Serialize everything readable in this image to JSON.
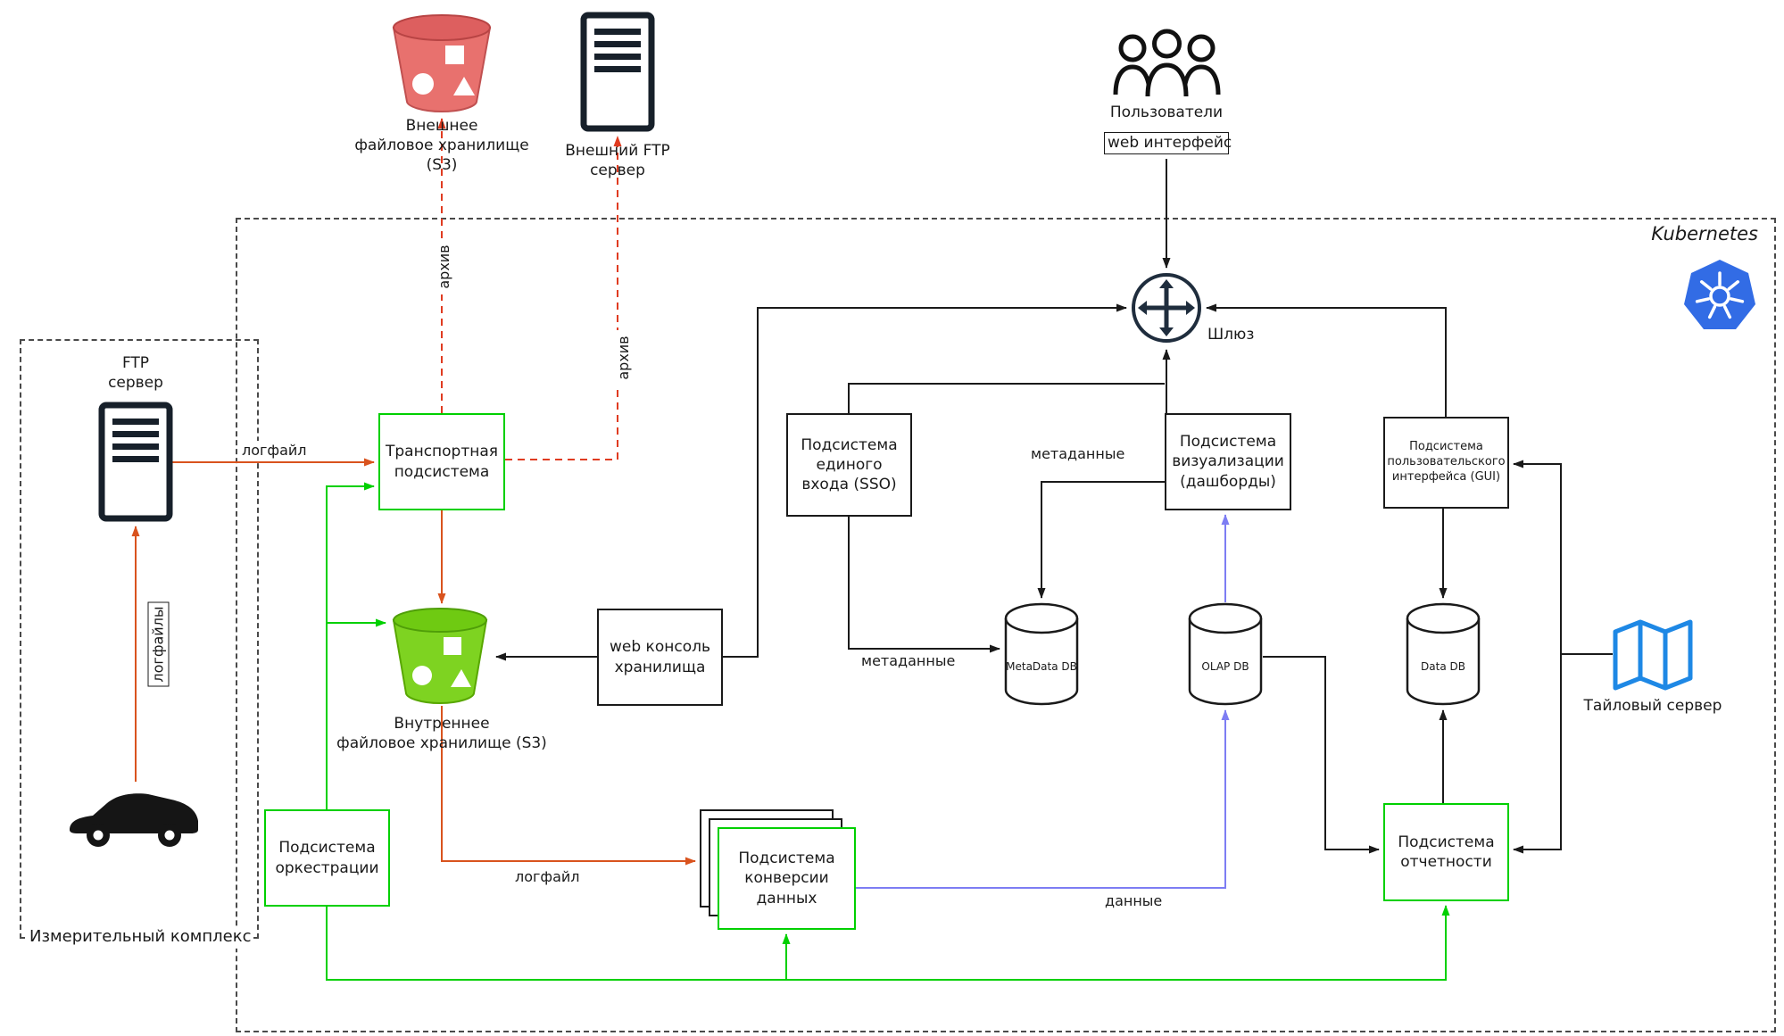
{
  "containers": {
    "kubernetes_label": "Kubernetes",
    "measurement_complex_label": "Измерительный комплекс"
  },
  "nodes": {
    "external_storage": "Внешнее\nфайловое хранилище\n(S3)",
    "external_ftp": "Внешний FTP\nсервер",
    "users": "Пользователи",
    "web_interface": "web интерфейс",
    "gateway": "Шлюз",
    "ftp_server": "FTP\nсервер",
    "transport": "Транспортная\nподсистема",
    "sso": "Подсистема\nединого\nвхода (SSO)",
    "visualization": "Подсистема\nвизуализации\n(дашборды)",
    "gui": "Подсистема\nпользовательского\nинтерфейса (GUI)",
    "metadata_db": "MetaData DB",
    "olap_db": "OLAP DB",
    "data_db": "Data DB",
    "tile_server": "Тайловый сервер",
    "web_console": "web консоль\nхранилища",
    "internal_storage": "Внутреннее\nфайловое хранилище (S3)",
    "orchestration": "Подсистема\nоркестрации",
    "conversion": "Подсистема\nконверсии\nданных",
    "reporting": "Подсистема\nотчетности"
  },
  "edge_labels": {
    "logfile_ftp": "логфайл",
    "logfiles": "логфайлы",
    "archive_storage": "архив",
    "archive_ftp": "архив",
    "logfile_conversion": "логфайл",
    "metadata_sso": "метаданные",
    "metadata_visualization": "метаданные",
    "data": "данные"
  },
  "colors": {
    "black_line": "#1a1a1a",
    "orange_line": "#d9531e",
    "red_dashed_line": "#e03b20",
    "green_line": "#00d000",
    "purple_line": "#7d7df3",
    "red_bucket": "#e8716e",
    "green_bucket": "#7ed321",
    "kubernetes_blue": "#326ce5",
    "tile_server_blue": "#1e88e5"
  }
}
